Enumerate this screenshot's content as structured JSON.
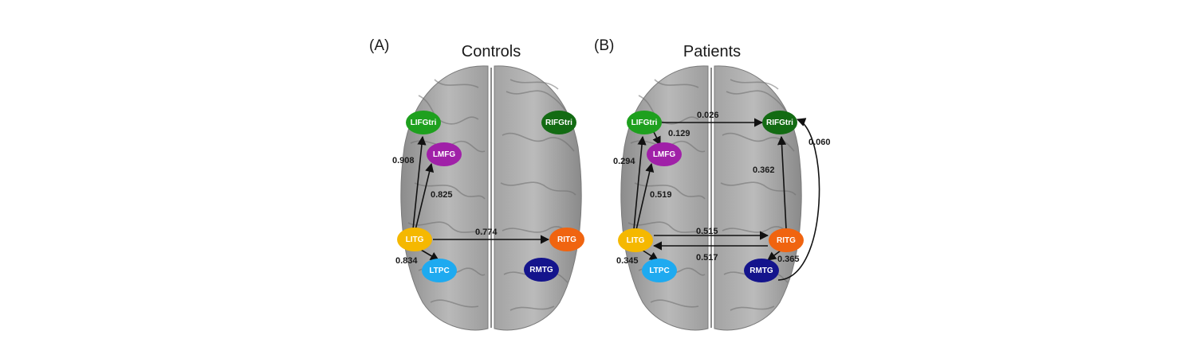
{
  "panels": [
    {
      "letter": "(A)",
      "title": "Controls",
      "nodes": [
        {
          "id": "LIFGtri",
          "label": "LIFGtri",
          "color": "#1ea01e"
        },
        {
          "id": "LMFG",
          "label": "LMFG",
          "color": "#a020a8"
        },
        {
          "id": "LITG",
          "label": "LITG",
          "color": "#f5b800"
        },
        {
          "id": "LTPC",
          "label": "LTPC",
          "color": "#1eaaf0"
        },
        {
          "id": "RIFGtri",
          "label": "RIFGtri",
          "color": "#136b13"
        },
        {
          "id": "RITG",
          "label": "RITG",
          "color": "#f06410"
        },
        {
          "id": "RMTG",
          "label": "RMTG",
          "color": "#14148c"
        }
      ],
      "edges": [
        {
          "from": "LITG",
          "to": "LIFGtri",
          "label": "0.908"
        },
        {
          "from": "LITG",
          "to": "LMFG",
          "label": "0.825"
        },
        {
          "from": "LITG",
          "to": "RITG",
          "label": "0.774"
        },
        {
          "from": "LITG",
          "to": "LTPC",
          "label": "0.834"
        }
      ]
    },
    {
      "letter": "(B)",
      "title": "Patients",
      "nodes": [
        {
          "id": "LIFGtri",
          "label": "LIFGtri",
          "color": "#1ea01e"
        },
        {
          "id": "LMFG",
          "label": "LMFG",
          "color": "#a020a8"
        },
        {
          "id": "LITG",
          "label": "LITG",
          "color": "#f5b800"
        },
        {
          "id": "LTPC",
          "label": "LTPC",
          "color": "#1eaaf0"
        },
        {
          "id": "RIFGtri",
          "label": "RIFGtri",
          "color": "#136b13"
        },
        {
          "id": "RITG",
          "label": "RITG",
          "color": "#f06410"
        },
        {
          "id": "RMTG",
          "label": "RMTG",
          "color": "#14148c"
        }
      ],
      "edges": [
        {
          "from": "LIFGtri",
          "to": "RIFGtri",
          "label": "0.026"
        },
        {
          "from": "LIFGtri",
          "to": "LMFG",
          "label": "0.129"
        },
        {
          "from": "LITG",
          "to": "LIFGtri",
          "label": "0.294"
        },
        {
          "from": "LITG",
          "to": "LMFG",
          "label": "0.519"
        },
        {
          "from": "RITG",
          "to": "RIFGtri",
          "label": "0.362"
        },
        {
          "from": "RMTG",
          "to": "RIFGtri",
          "label": "0.060"
        },
        {
          "from": "LITG",
          "to": "RITG",
          "label": "0.515"
        },
        {
          "from": "RITG",
          "to": "LITG",
          "label": "0.517"
        },
        {
          "from": "LITG",
          "to": "LTPC",
          "label": "0.345"
        },
        {
          "from": "RITG",
          "to": "RMTG",
          "label": "0.365"
        }
      ]
    }
  ]
}
